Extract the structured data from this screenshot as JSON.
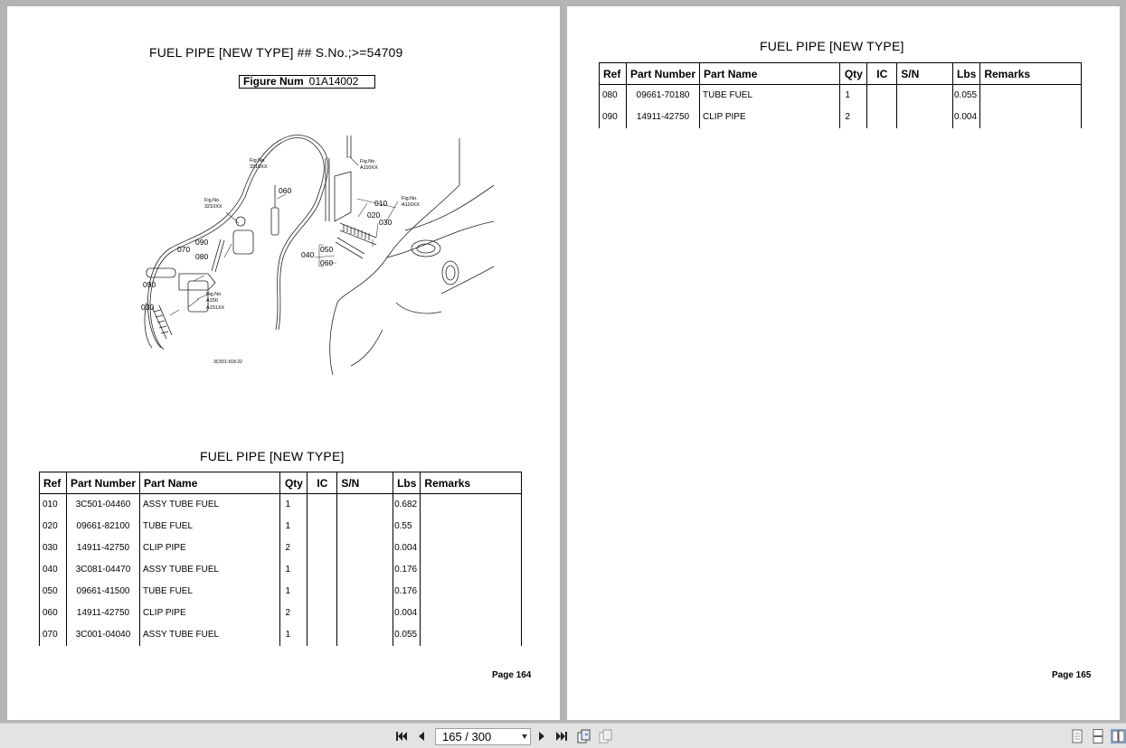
{
  "left_page": {
    "title": "FUEL PIPE [NEW TYPE] ## S.No.;>=54709",
    "figure_label": "Figure Num",
    "figure_num": "01A14002",
    "diagram_labels": {
      "fig3310": "Fig.No.",
      "fig3310b": "3310XX",
      "fig3210": "Fig.No.",
      "fig3210b": "3210XX",
      "figA110a": "Fig.No.",
      "figA110ab": "A110XX",
      "figA110b": "Fig.No.",
      "figA110bb": "A110XX",
      "figA150": "Fig.No.",
      "figA150b": "A150",
      "figA150c": "A151XX",
      "ref010": "010",
      "ref020": "020",
      "ref030a": "030",
      "ref030b": "030",
      "ref040": "040",
      "ref050": "050",
      "ref060a": "060",
      "ref060b": "060",
      "ref070": "070",
      "ref080": "080",
      "ref090a": "090",
      "ref090b": "090",
      "drawing_no": "3C501-918-22"
    },
    "table_title": "FUEL PIPE [NEW TYPE]",
    "page_label": "Page 164"
  },
  "right_page": {
    "title": "FUEL PIPE [NEW TYPE]",
    "page_label": "Page 165"
  },
  "table_headers": [
    "Ref",
    "Part Number",
    "Part Name",
    "Qty",
    "IC",
    "S/N",
    "Lbs",
    "Remarks"
  ],
  "left_rows": [
    {
      "ref": "010",
      "pn": "3C501-04460",
      "name": "ASSY TUBE FUEL",
      "qty": "1",
      "ic": "",
      "sn": "",
      "lbs": "0.682",
      "remarks": ""
    },
    {
      "ref": "020",
      "pn": "09661-82100",
      "name": "TUBE FUEL",
      "qty": "1",
      "ic": "",
      "sn": "",
      "lbs": "0.55",
      "remarks": ""
    },
    {
      "ref": "030",
      "pn": "14911-42750",
      "name": "CLIP PIPE",
      "qty": "2",
      "ic": "",
      "sn": "",
      "lbs": "0.004",
      "remarks": ""
    },
    {
      "ref": "040",
      "pn": "3C081-04470",
      "name": "ASSY TUBE FUEL",
      "qty": "1",
      "ic": "",
      "sn": "",
      "lbs": "0.176",
      "remarks": ""
    },
    {
      "ref": "050",
      "pn": "09661-41500",
      "name": "TUBE FUEL",
      "qty": "1",
      "ic": "",
      "sn": "",
      "lbs": "0.176",
      "remarks": ""
    },
    {
      "ref": "060",
      "pn": "14911-42750",
      "name": "CLIP PIPE",
      "qty": "2",
      "ic": "",
      "sn": "",
      "lbs": "0.004",
      "remarks": ""
    },
    {
      "ref": "070",
      "pn": "3C001-04040",
      "name": "ASSY TUBE FUEL",
      "qty": "1",
      "ic": "",
      "sn": "",
      "lbs": "0.055",
      "remarks": ""
    }
  ],
  "right_rows": [
    {
      "ref": "080",
      "pn": "09661-70180",
      "name": "TUBE FUEL",
      "qty": "1",
      "ic": "",
      "sn": "",
      "lbs": "0.055",
      "remarks": ""
    },
    {
      "ref": "090",
      "pn": "14911-42750",
      "name": "CLIP PIPE",
      "qty": "2",
      "ic": "",
      "sn": "",
      "lbs": "0.004",
      "remarks": ""
    }
  ],
  "toolbar": {
    "page_field": "165 / 300",
    "icons": [
      "first-page-icon",
      "prev-page-icon",
      "next-page-icon",
      "last-page-icon",
      "rotate-page-icon",
      "copy-page-icon",
      "single-page-view-icon",
      "continuous-view-icon",
      "two-page-view-icon"
    ]
  }
}
